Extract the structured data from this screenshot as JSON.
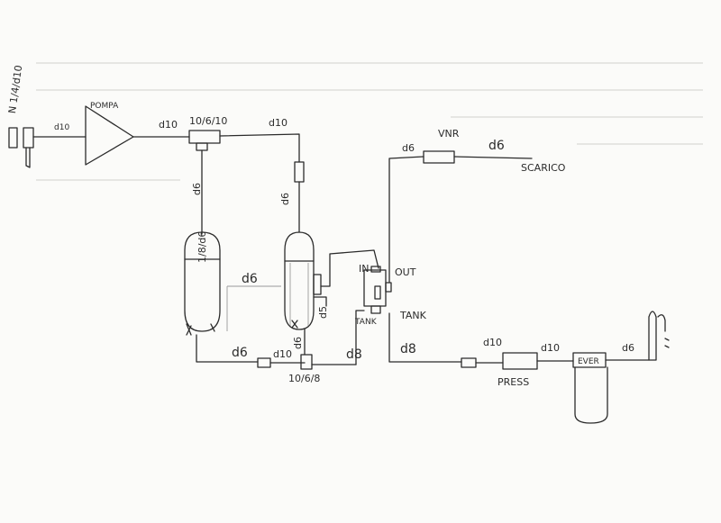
{
  "labels": {
    "source": "N 1/4/d10",
    "source_pipe": "d10",
    "pump": "POMPA",
    "pump_out": "d10",
    "tee_top": "10/6/10",
    "top_right_pipe": "d10",
    "left_drop": "d6",
    "right_drop": "d6",
    "left_vessel": "1/8/d6",
    "cross_link": "d6",
    "bottom_left": "d6",
    "bottom_mid": "d10",
    "right_vessel_out": "d6",
    "tee_bottom": "10/6/8",
    "small_side": "d5",
    "bottom_to_tank": "d8",
    "in": "IN",
    "out": "OUT",
    "tank_small": "TANK",
    "tank": "TANK",
    "vnr_pipe": "d6",
    "vnr": "VNR",
    "scarico_pipe": "d6",
    "scarico": "SCARICO",
    "out_d8": "d8",
    "press_pipe_in": "d10",
    "press": "PRESS",
    "press_pipe_out": "d10",
    "ever": "EVER",
    "ever_out": "d6"
  }
}
